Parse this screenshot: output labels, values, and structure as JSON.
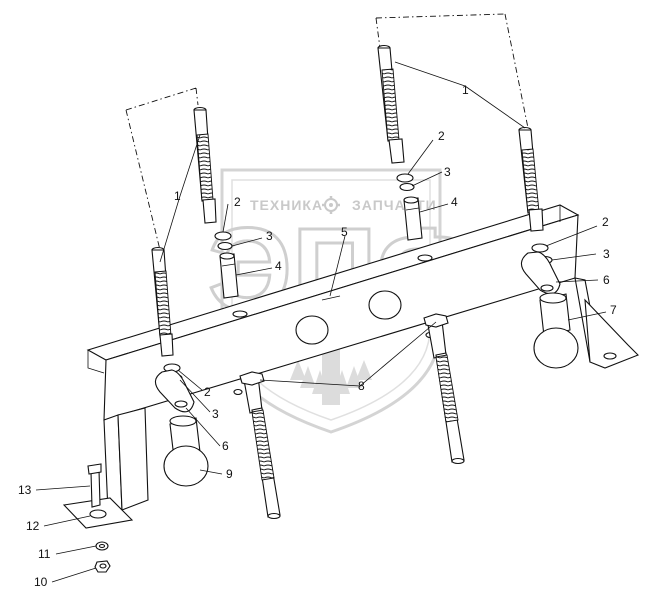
{
  "watermark": {
    "left_word": "ТЕХНИКА",
    "right_word": "ЗАПЧАСТИ",
    "emblem": "ЭПФ"
  },
  "callouts": [
    {
      "id": "c1a",
      "text": "1"
    },
    {
      "id": "c1b",
      "text": "1"
    },
    {
      "id": "c2a",
      "text": "2"
    },
    {
      "id": "c2b",
      "text": "2"
    },
    {
      "id": "c2c",
      "text": "2"
    },
    {
      "id": "c2d",
      "text": "2"
    },
    {
      "id": "c3a",
      "text": "3"
    },
    {
      "id": "c3b",
      "text": "3"
    },
    {
      "id": "c3c",
      "text": "3"
    },
    {
      "id": "c3d",
      "text": "3"
    },
    {
      "id": "c4a",
      "text": "4"
    },
    {
      "id": "c4b",
      "text": "4"
    },
    {
      "id": "c5",
      "text": "5"
    },
    {
      "id": "c6a",
      "text": "6"
    },
    {
      "id": "c6b",
      "text": "6"
    },
    {
      "id": "c7",
      "text": "7"
    },
    {
      "id": "c8",
      "text": "8"
    },
    {
      "id": "c9",
      "text": "9"
    },
    {
      "id": "c10",
      "text": "10"
    },
    {
      "id": "c11",
      "text": "11"
    },
    {
      "id": "c12",
      "text": "12"
    },
    {
      "id": "c13",
      "text": "13"
    }
  ],
  "icons": {
    "watermark_gear": "gear-icon",
    "watermark_wheat": "wheat-emblem-icon"
  }
}
